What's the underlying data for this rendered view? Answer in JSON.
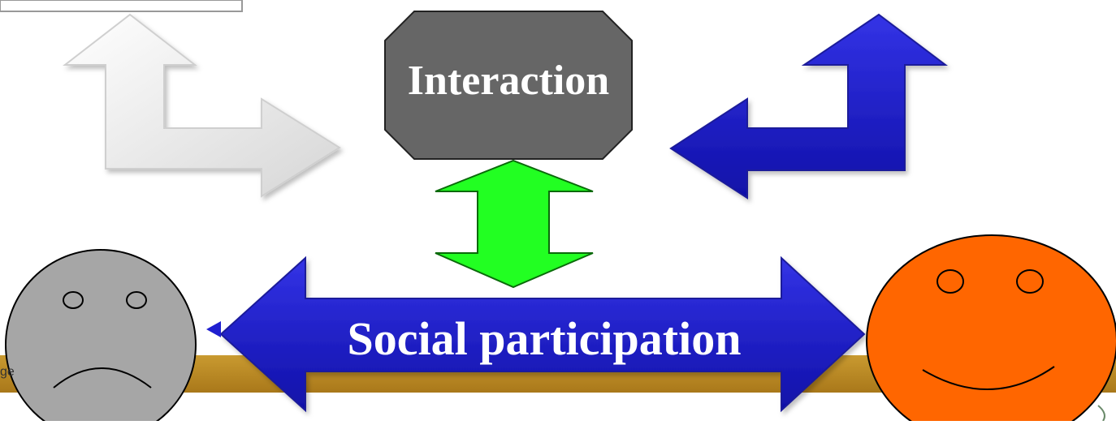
{
  "labels": {
    "interaction": "Interaction",
    "social_participation": "Social participation"
  },
  "footer": {
    "partial_text": "ge"
  },
  "colors": {
    "white_arrow": "#f2f2f2",
    "blue_arrow": "#1f1fd0",
    "green_arrow": "#22ff22",
    "octagon": "#666666",
    "sad_face": "#a6a6a6",
    "happy_face": "#ff6600",
    "band": "#b98a22"
  },
  "icons": {
    "sad_face": "sad-face-icon",
    "happy_face": "happy-face-icon"
  }
}
